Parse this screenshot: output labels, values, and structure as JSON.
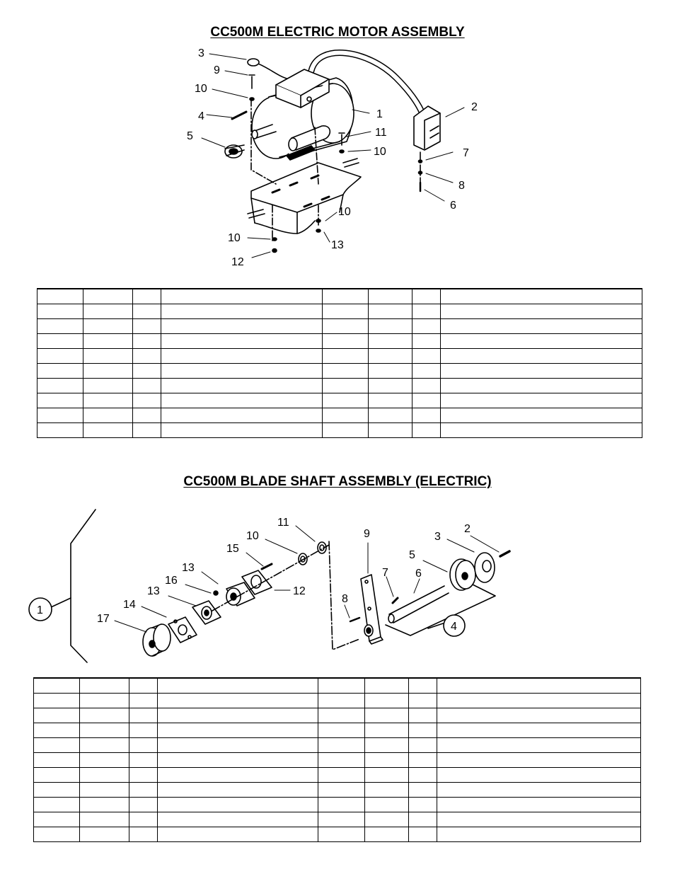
{
  "motor_assembly": {
    "title": "CC500M ELECTRIC MOTOR  ASSEMBLY",
    "callouts": [
      "3",
      "9",
      "10",
      "4",
      "5",
      "1",
      "2",
      "11",
      "10",
      "7",
      "8",
      "6",
      "10",
      "10",
      "13",
      "12"
    ],
    "table": {
      "rows": [
        [
          "",
          "",
          "",
          "",
          "",
          "",
          "",
          ""
        ],
        [
          "",
          "",
          "",
          "",
          "",
          "",
          "",
          ""
        ],
        [
          "",
          "",
          "",
          "",
          "",
          "",
          "",
          ""
        ],
        [
          "",
          "",
          "",
          "",
          "",
          "",
          "",
          ""
        ],
        [
          "",
          "",
          "",
          "",
          "",
          "",
          "",
          ""
        ],
        [
          "",
          "",
          "",
          "",
          "",
          "",
          "",
          ""
        ],
        [
          "",
          "",
          "",
          "",
          "",
          "",
          "",
          ""
        ],
        [
          "",
          "",
          "",
          "",
          "",
          "",
          "",
          ""
        ],
        [
          "",
          "",
          "",
          "",
          "",
          "",
          "",
          ""
        ],
        [
          "",
          "",
          "",
          "",
          "",
          "",
          "",
          ""
        ]
      ]
    }
  },
  "blade_shaft_assembly": {
    "title": "CC500M BLADE SHAFT ASSEMBLY (ELECTRIC)",
    "callouts": [
      "11",
      "10",
      "9",
      "2",
      "3",
      "15",
      "5",
      "13",
      "7",
      "6",
      "16",
      "12",
      "13",
      "8",
      "14",
      "17",
      "1",
      "4"
    ],
    "table": {
      "rows": [
        [
          "",
          "",
          "",
          "",
          "",
          "",
          "",
          ""
        ],
        [
          "",
          "",
          "",
          "",
          "",
          "",
          "",
          ""
        ],
        [
          "",
          "",
          "",
          "",
          "",
          "",
          "",
          ""
        ],
        [
          "",
          "",
          "",
          "",
          "",
          "",
          "",
          ""
        ],
        [
          "",
          "",
          "",
          "",
          "",
          "",
          "",
          ""
        ],
        [
          "",
          "",
          "",
          "",
          "",
          "",
          "",
          ""
        ],
        [
          "",
          "",
          "",
          "",
          "",
          "",
          "",
          ""
        ],
        [
          "",
          "",
          "",
          "",
          "",
          "",
          "",
          ""
        ],
        [
          "",
          "",
          "",
          "",
          "",
          "",
          "",
          ""
        ],
        [
          "",
          "",
          "",
          "",
          "",
          "",
          "",
          ""
        ],
        [
          "",
          "",
          "",
          "",
          "",
          "",
          "",
          ""
        ]
      ]
    }
  }
}
